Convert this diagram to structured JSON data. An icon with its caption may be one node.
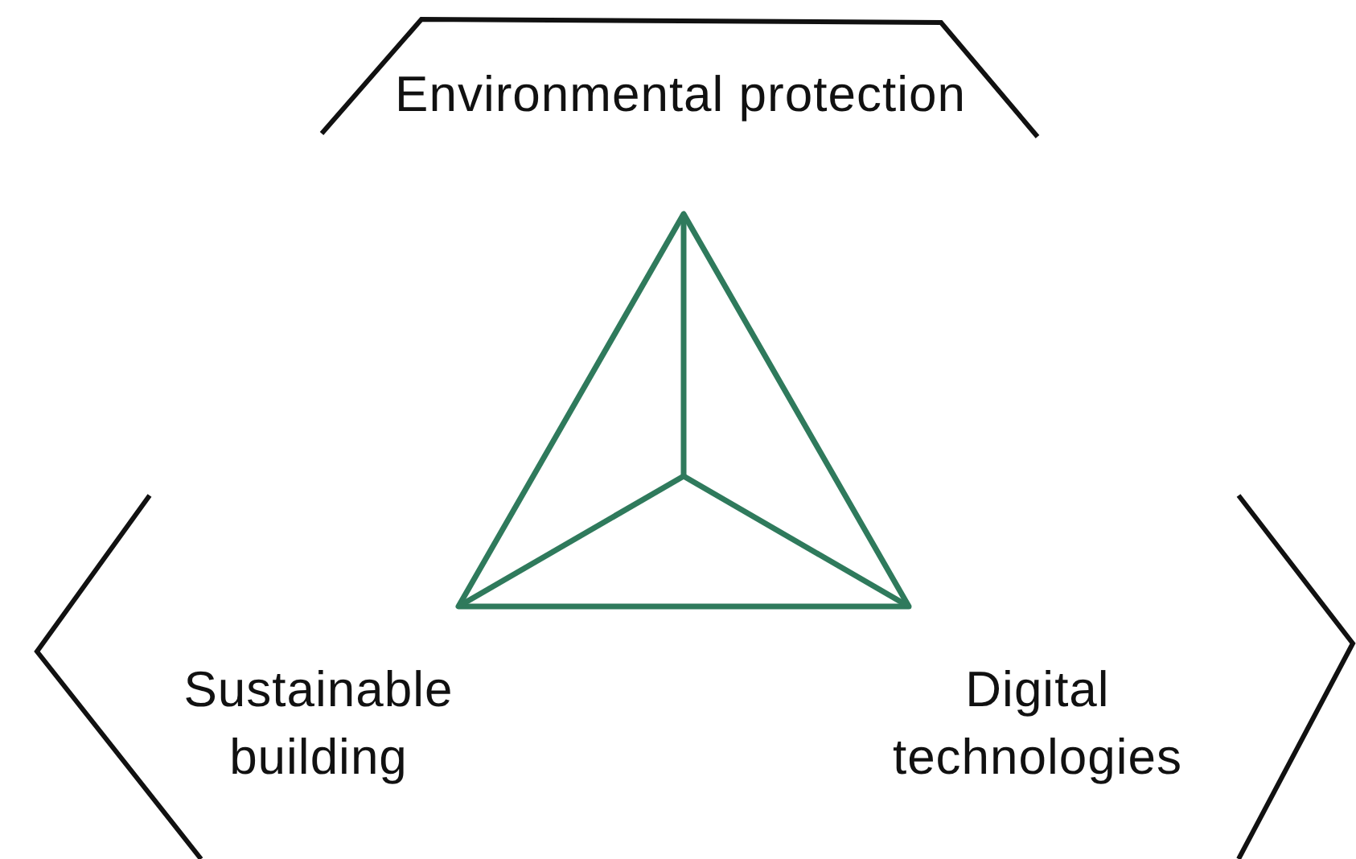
{
  "diagram": {
    "nodes": [
      {
        "text": [
          "Environmental protection"
        ]
      },
      {
        "text": [
          "Sustainable building"
        ]
      },
      {
        "text": [
          "Digital technologies"
        ]
      }
    ]
  }
}
